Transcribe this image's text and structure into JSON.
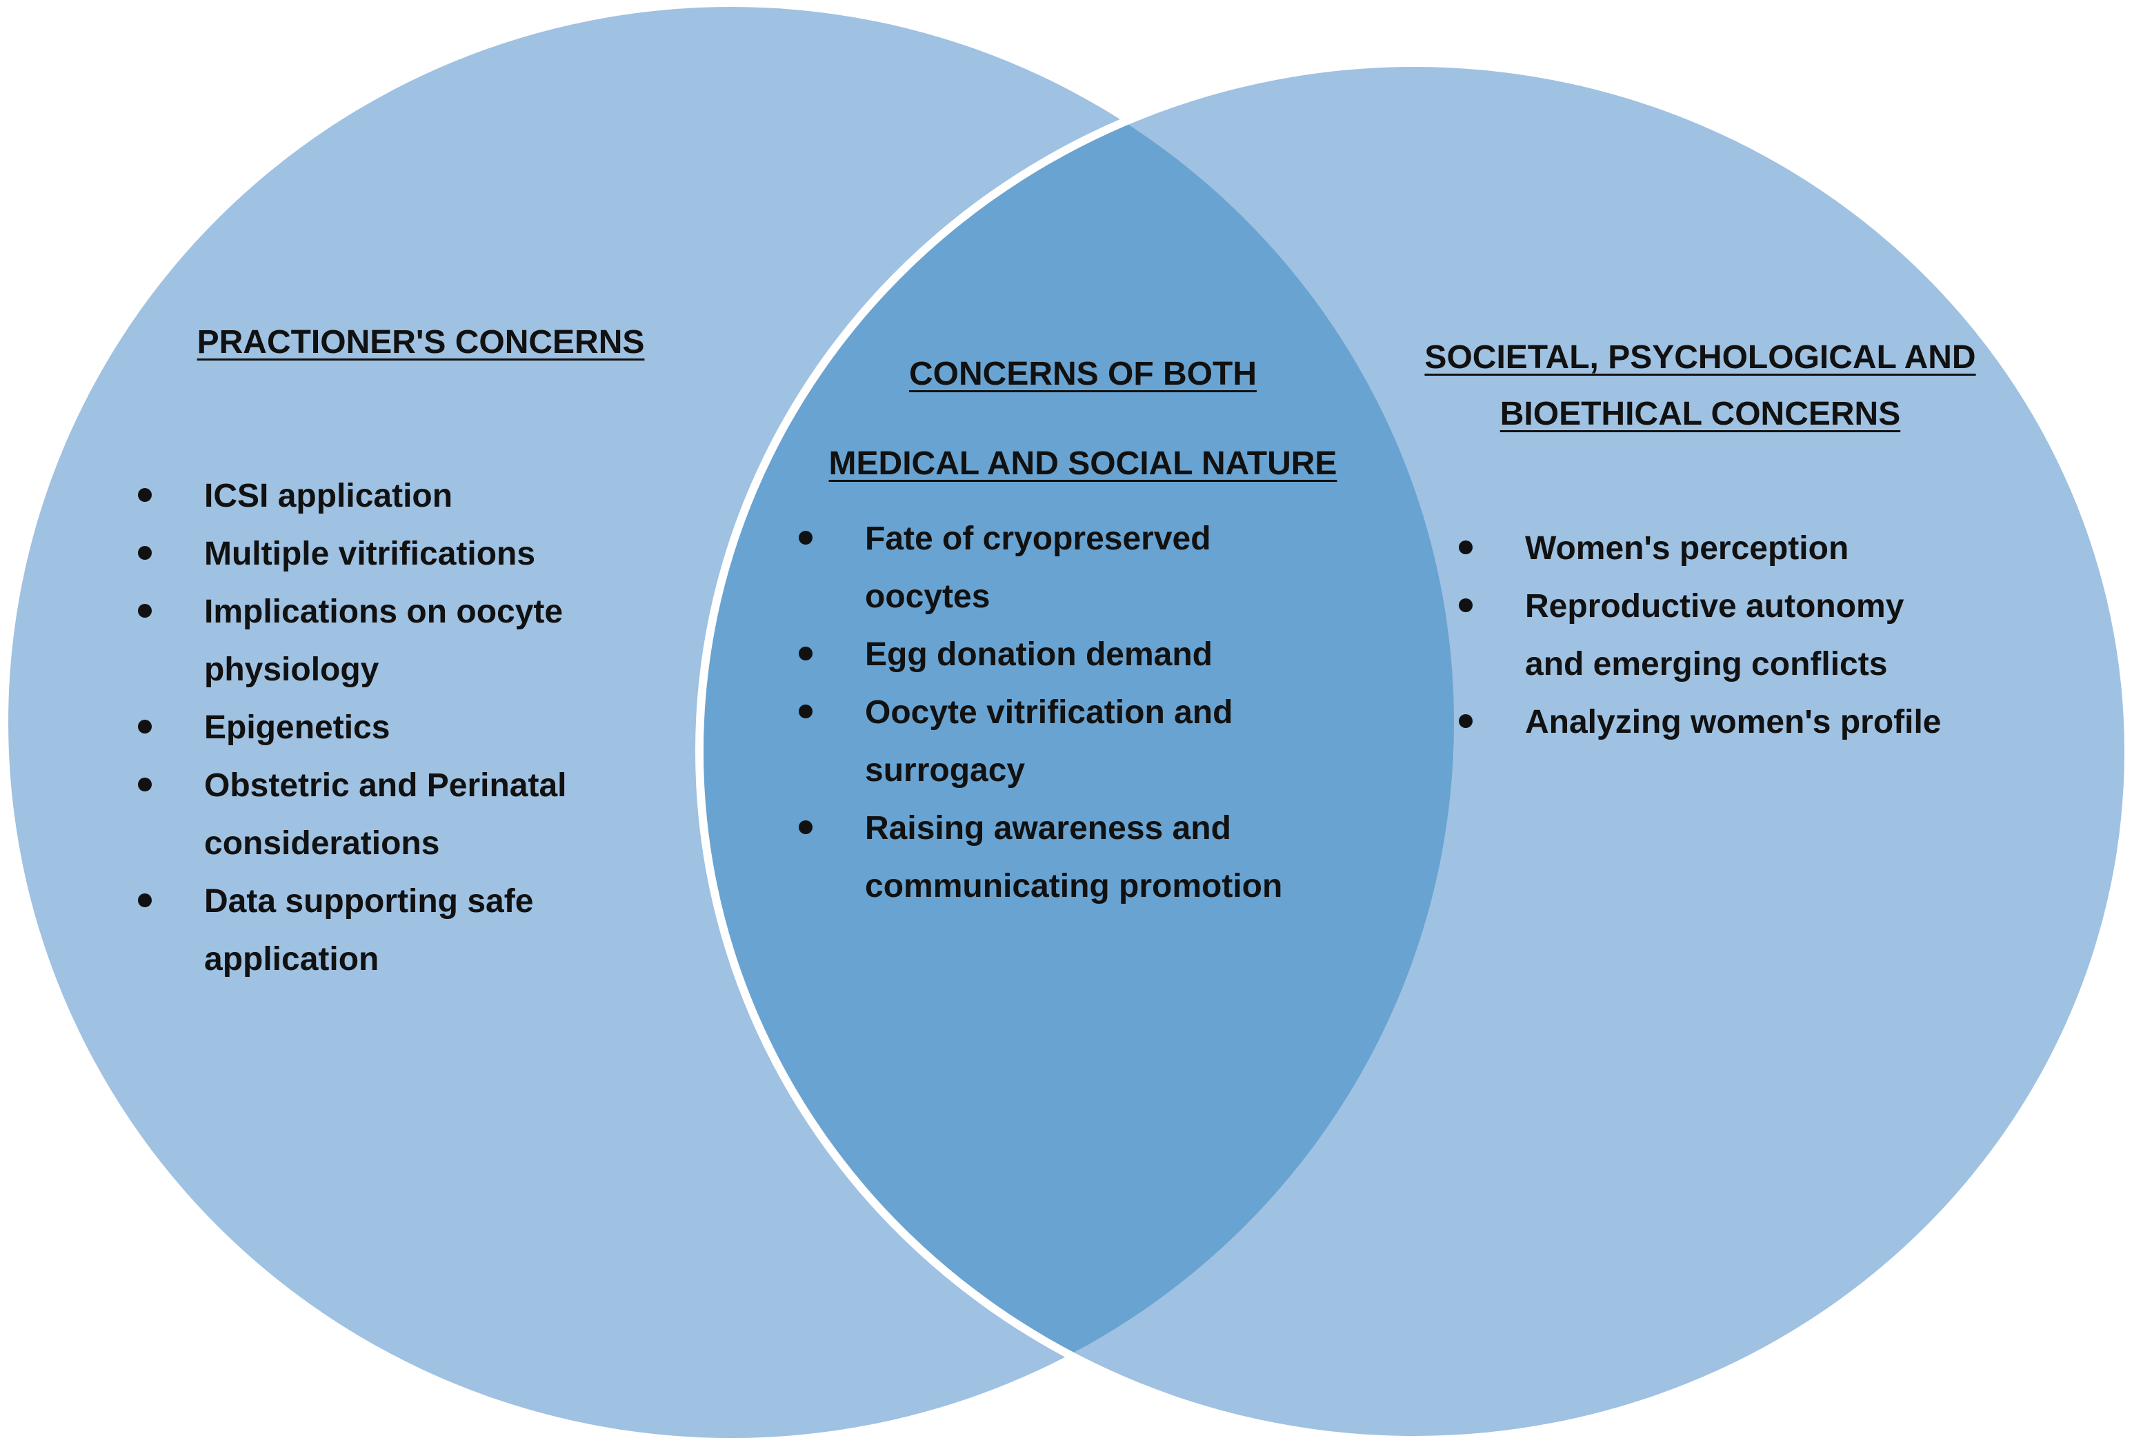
{
  "colors": {
    "circle_fill": "#9fc1e2",
    "overlap_fill": "#69a3d1",
    "divider": "#ffffff",
    "text": "#111111"
  },
  "left": {
    "heading_lines": [
      "PRACTIONER'S CONCERNS"
    ],
    "items": [
      "ICSI application",
      "Multiple vitrifications",
      "Implications on oocyte physiology",
      "Epigenetics",
      "Obstetric and Perinatal considerations",
      "Data supporting safe application"
    ]
  },
  "center": {
    "heading_lines": [
      "CONCERNS OF BOTH",
      "MEDICAL AND SOCIAL NATURE"
    ],
    "items": [
      "Fate of cryopreserved oocytes",
      "Egg donation demand",
      "Oocyte vitrification and surrogacy",
      "Raising awareness and communicating promotion"
    ]
  },
  "right": {
    "heading_lines": [
      "SOCIETAL, PSYCHOLOGICAL AND",
      "BIOETHICAL CONCERNS"
    ],
    "items": [
      "Women's perception",
      "Reproductive autonomy and emerging conflicts",
      "Analyzing women's profile"
    ]
  }
}
